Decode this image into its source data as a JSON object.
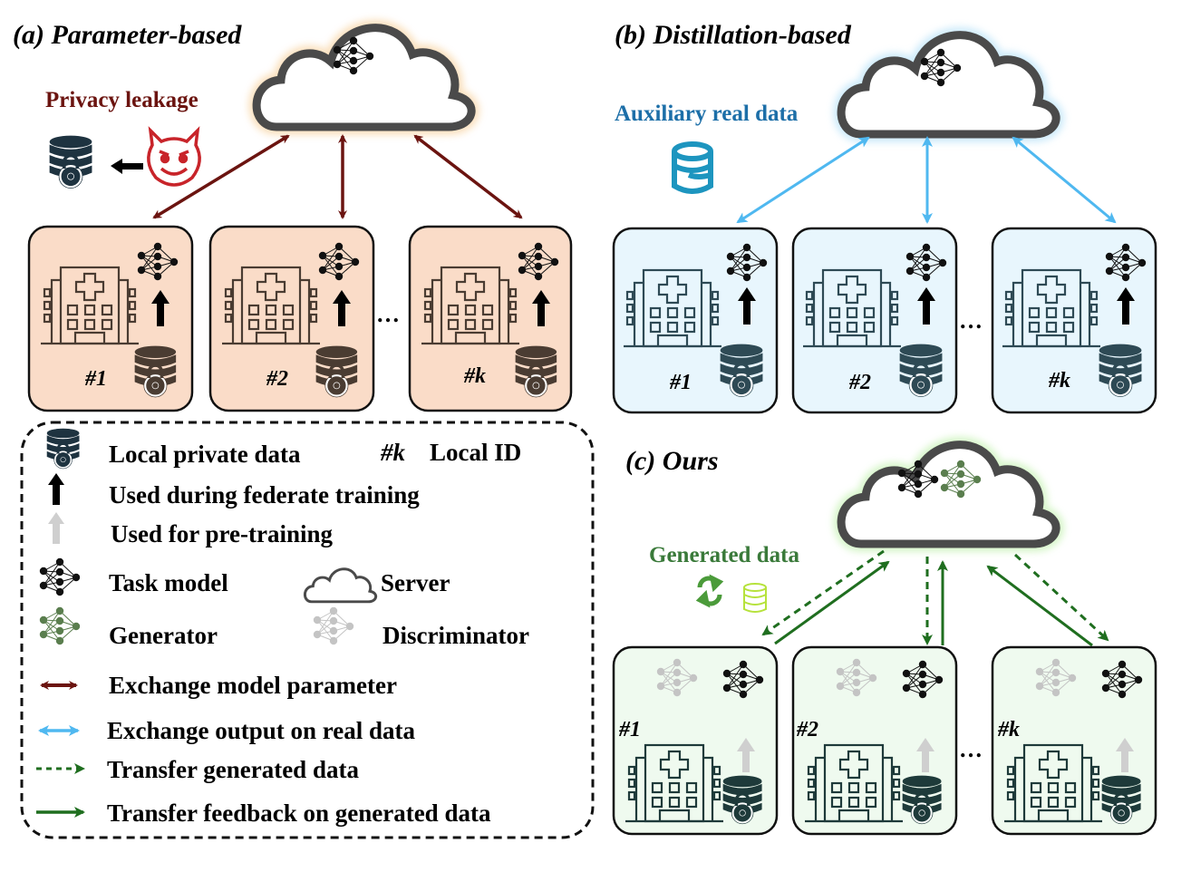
{
  "colors": {
    "param_arrow": "#6b1410",
    "distill_arrow": "#4fb8f0",
    "ours_arrow": "#1f6e1f",
    "box_a_fill": "#fadcc8",
    "box_b_fill": "#e8f6fd",
    "box_c_fill": "#effaef",
    "privacy_text": "#6b1410",
    "aux_text": "#1d6fa8",
    "gen_text": "#3a7a3a",
    "cloud_stroke": "#4a4a4a",
    "db_dark": "#2e4a55",
    "db_brown": "#4a3c32",
    "devil": "#c8242a",
    "generator": "#5a7e4e",
    "discriminator": "#c4c4c4"
  },
  "panels": {
    "a": {
      "title": "(a) Parameter-based",
      "annotation": "Privacy leakage",
      "annotation_icons": [
        "locked-database-icon",
        "arrow-left-icon",
        "devil-icon"
      ],
      "clients": [
        {
          "id": "#1"
        },
        {
          "id": "#2"
        },
        {
          "id": "#k"
        }
      ],
      "ellipsis": "…"
    },
    "b": {
      "title": "(b) Distillation-based",
      "annotation": "Auxiliary real data",
      "annotation_icons": [
        "database-icon"
      ],
      "clients": [
        {
          "id": "#1"
        },
        {
          "id": "#2"
        },
        {
          "id": "#k"
        }
      ],
      "ellipsis": "…"
    },
    "c": {
      "title": "(c) Ours",
      "annotation": "Generated data",
      "annotation_icons": [
        "refresh-icon",
        "database-icon"
      ],
      "clients": [
        {
          "id": "#1"
        },
        {
          "id": "#2"
        },
        {
          "id": "#k"
        }
      ],
      "ellipsis": "…"
    }
  },
  "legend": {
    "items": [
      {
        "icon": "locked-database-icon",
        "label": "Local private data"
      },
      {
        "icon": "local-id-symbol",
        "symbol": "#k",
        "label": "Local ID"
      },
      {
        "icon": "black-up-arrow-icon",
        "label": "Used during federate training"
      },
      {
        "icon": "gray-up-arrow-icon",
        "label": "Used for pre-training"
      },
      {
        "icon": "task-model-icon",
        "label": "Task model"
      },
      {
        "icon": "server-cloud-icon",
        "label": "Server"
      },
      {
        "icon": "generator-icon",
        "label": "Generator"
      },
      {
        "icon": "discriminator-icon",
        "label": "Discriminator"
      },
      {
        "icon": "dark-red-double-arrow-icon",
        "label": "Exchange model parameter"
      },
      {
        "icon": "light-blue-double-arrow-icon",
        "label": "Exchange output on real data"
      },
      {
        "icon": "green-dashed-arrow-icon",
        "label": "Transfer generated data"
      },
      {
        "icon": "green-solid-arrow-icon",
        "label": "Transfer feedback on generated data"
      }
    ]
  }
}
